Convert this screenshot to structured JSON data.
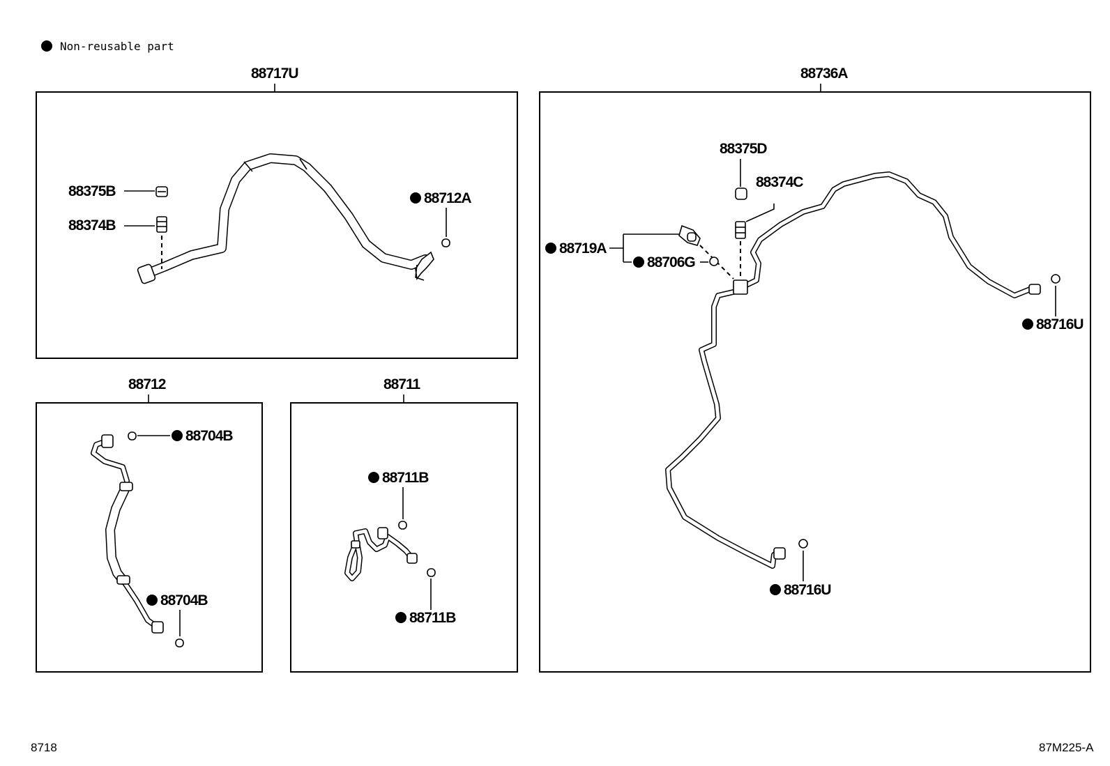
{
  "legend": {
    "text": "Non-reusable part"
  },
  "groups": {
    "g88717U": {
      "title": "88717U"
    },
    "g88712": {
      "title": "88712"
    },
    "g88711": {
      "title": "88711"
    },
    "g88736A": {
      "title": "88736A"
    }
  },
  "parts": {
    "p88375B": "88375B",
    "p88374B": "88374B",
    "p88712A": "88712A",
    "p88704B_top": "88704B",
    "p88704B_bottom": "88704B",
    "p88711B_top": "88711B",
    "p88711B_bottom": "88711B",
    "p88375D": "88375D",
    "p88374C": "88374C",
    "p88719A": "88719A",
    "p88706G": "88706G",
    "p88716U_right": "88716U",
    "p88716U_bottom": "88716U"
  },
  "footer": {
    "left": "8718",
    "right": "87M225-A"
  }
}
